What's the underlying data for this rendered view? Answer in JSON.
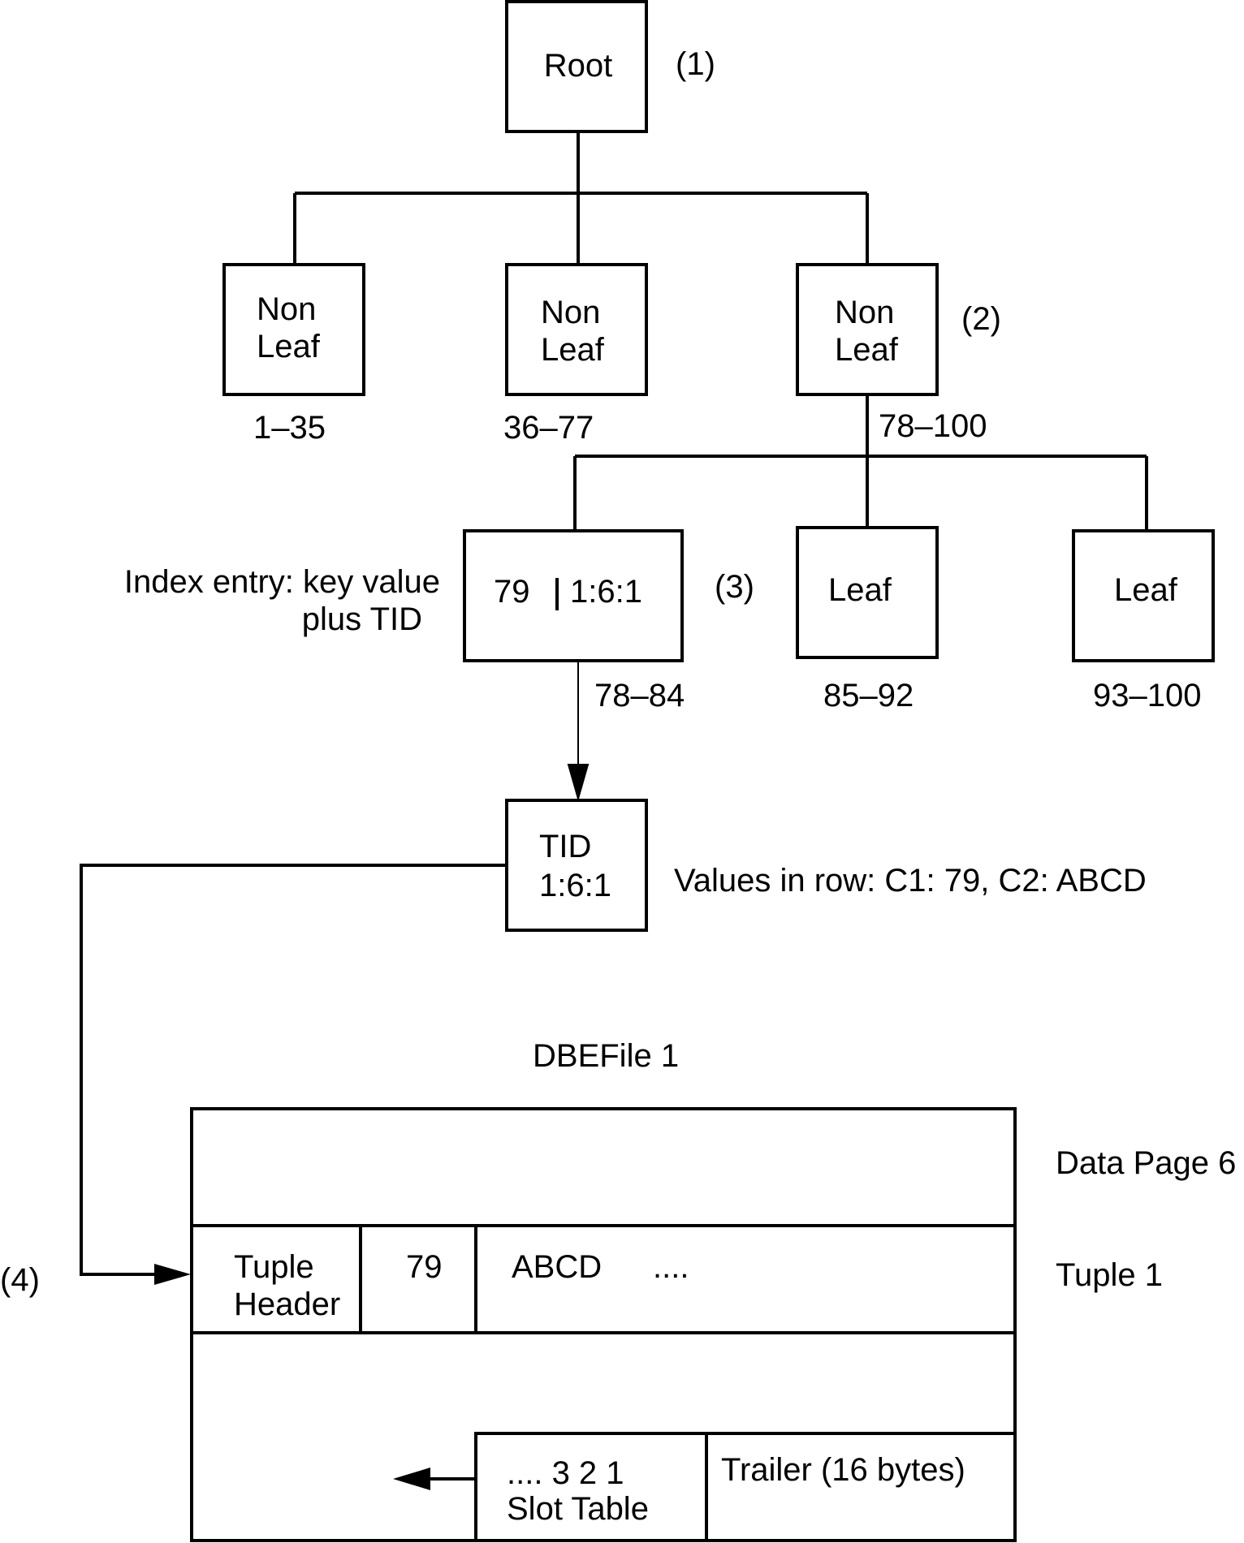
{
  "tree": {
    "root": {
      "label": "Root",
      "marker": "(1)"
    },
    "nonleaf_left": {
      "line1": "Non",
      "line2": "Leaf",
      "range": "1–35"
    },
    "nonleaf_mid": {
      "line1": "Non",
      "line2": "Leaf",
      "range": "36–77"
    },
    "nonleaf_right": {
      "line1": "Non",
      "line2": "Leaf",
      "range": "78–100",
      "marker": "(2)"
    },
    "leaf_entry": {
      "key": "79",
      "tid": "1:6:1",
      "range": "78–84",
      "marker": "(3)"
    },
    "leaf_mid": {
      "label": "Leaf",
      "range": "85–92"
    },
    "leaf_right": {
      "label": "Leaf",
      "range": "93–100"
    },
    "index_note": {
      "line1": "Index entry: key value",
      "line2": "plus TID"
    }
  },
  "tid_box": {
    "line1": "TID",
    "line2": "1:6:1"
  },
  "row_values": "Values in row:  C1: 79, C2: ABCD",
  "dbefile": {
    "title": "DBEFile 1",
    "page_label": "Data Page 6",
    "tuple_label": "Tuple 1",
    "marker": "(4)",
    "tuple": {
      "header_line1": "Tuple",
      "header_line2": "Header",
      "c1": "79",
      "c2": "ABCD",
      "ellipsis": "...."
    },
    "slot_table": {
      "line1": ".... 3 2 1",
      "line2": "Slot Table"
    },
    "trailer": "Trailer (16 bytes)"
  }
}
